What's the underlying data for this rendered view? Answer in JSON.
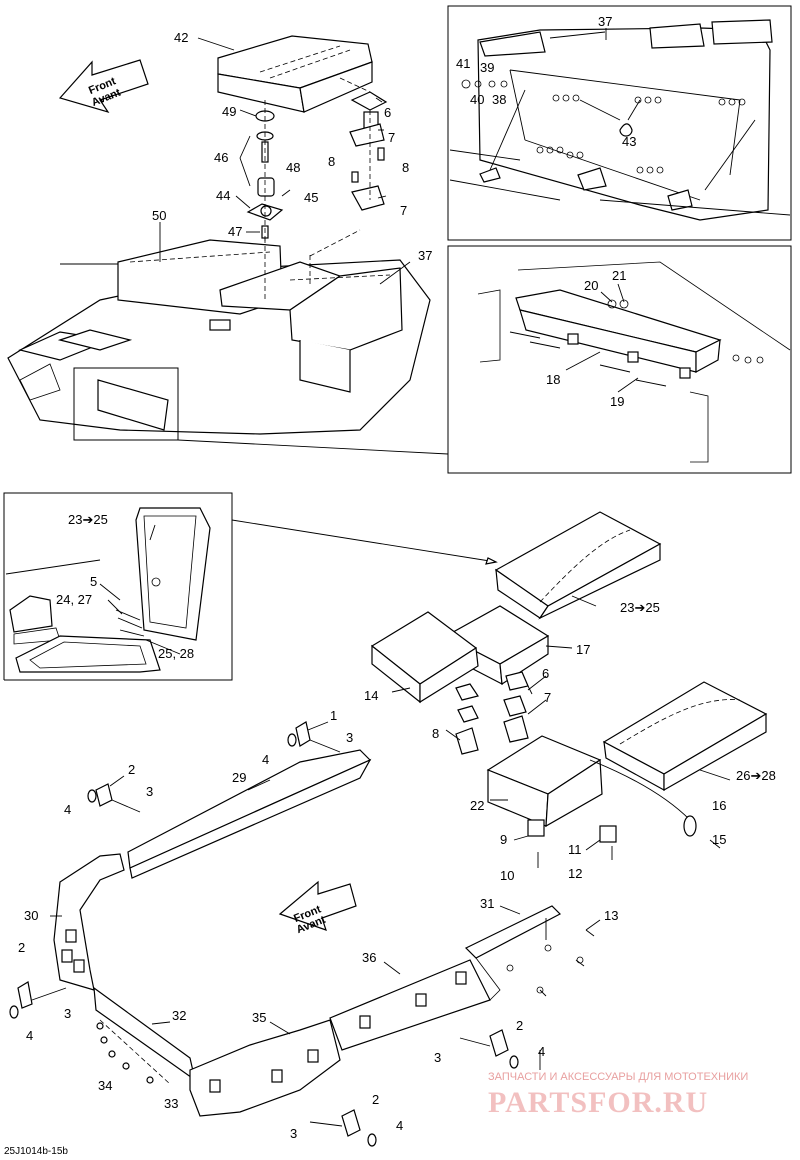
{
  "diagram": {
    "code": "25J1014b-15b",
    "direction_arrow": {
      "line1": "Front",
      "line2": "Avant"
    },
    "callouts": {
      "c42": "42",
      "c6a": "6",
      "c7a": "7",
      "c8a": "8",
      "c8b": "8",
      "c7b": "7",
      "c49": "49",
      "c46": "46",
      "c48": "48",
      "c44": "44",
      "c45": "45",
      "c47": "47",
      "c50": "50",
      "c37a": "37",
      "c37b": "37",
      "c41": "41",
      "c39": "39",
      "c40": "40",
      "c38": "38",
      "c43": "43",
      "c20": "20",
      "c21": "21",
      "c18": "18",
      "c19": "19",
      "c23a": "23➔25",
      "c5": "5",
      "c24": "24, 27",
      "c25": "25, 28",
      "c23b": "23➔25",
      "c17": "17",
      "c14": "14",
      "c6b": "6",
      "c7c": "7",
      "c8c": "8",
      "c1": "1",
      "c4a": "4",
      "c3a": "3",
      "c2a": "2",
      "c4b": "4",
      "c3b": "3",
      "c29": "29",
      "c22": "22",
      "c26": "26➔28",
      "c16": "16",
      "c15": "15",
      "c9": "9",
      "c11": "11",
      "c10": "10",
      "c12": "12",
      "c30": "30",
      "c31": "31",
      "c13": "13",
      "c36": "36",
      "c2b": "2",
      "c3c": "3",
      "c4c": "4",
      "c32": "32",
      "c35": "35",
      "c2c": "2",
      "c3d": "3",
      "c4d": "4",
      "c34": "34",
      "c33": "33",
      "c2d": "2",
      "c3e": "3",
      "c4e": "4"
    }
  },
  "watermark": {
    "line1": "ЗАПЧАСТИ И АКСЕССУАРЫ ДЛЯ МОТОТЕХНИКИ",
    "line2": "PARTSFOR.RU"
  }
}
